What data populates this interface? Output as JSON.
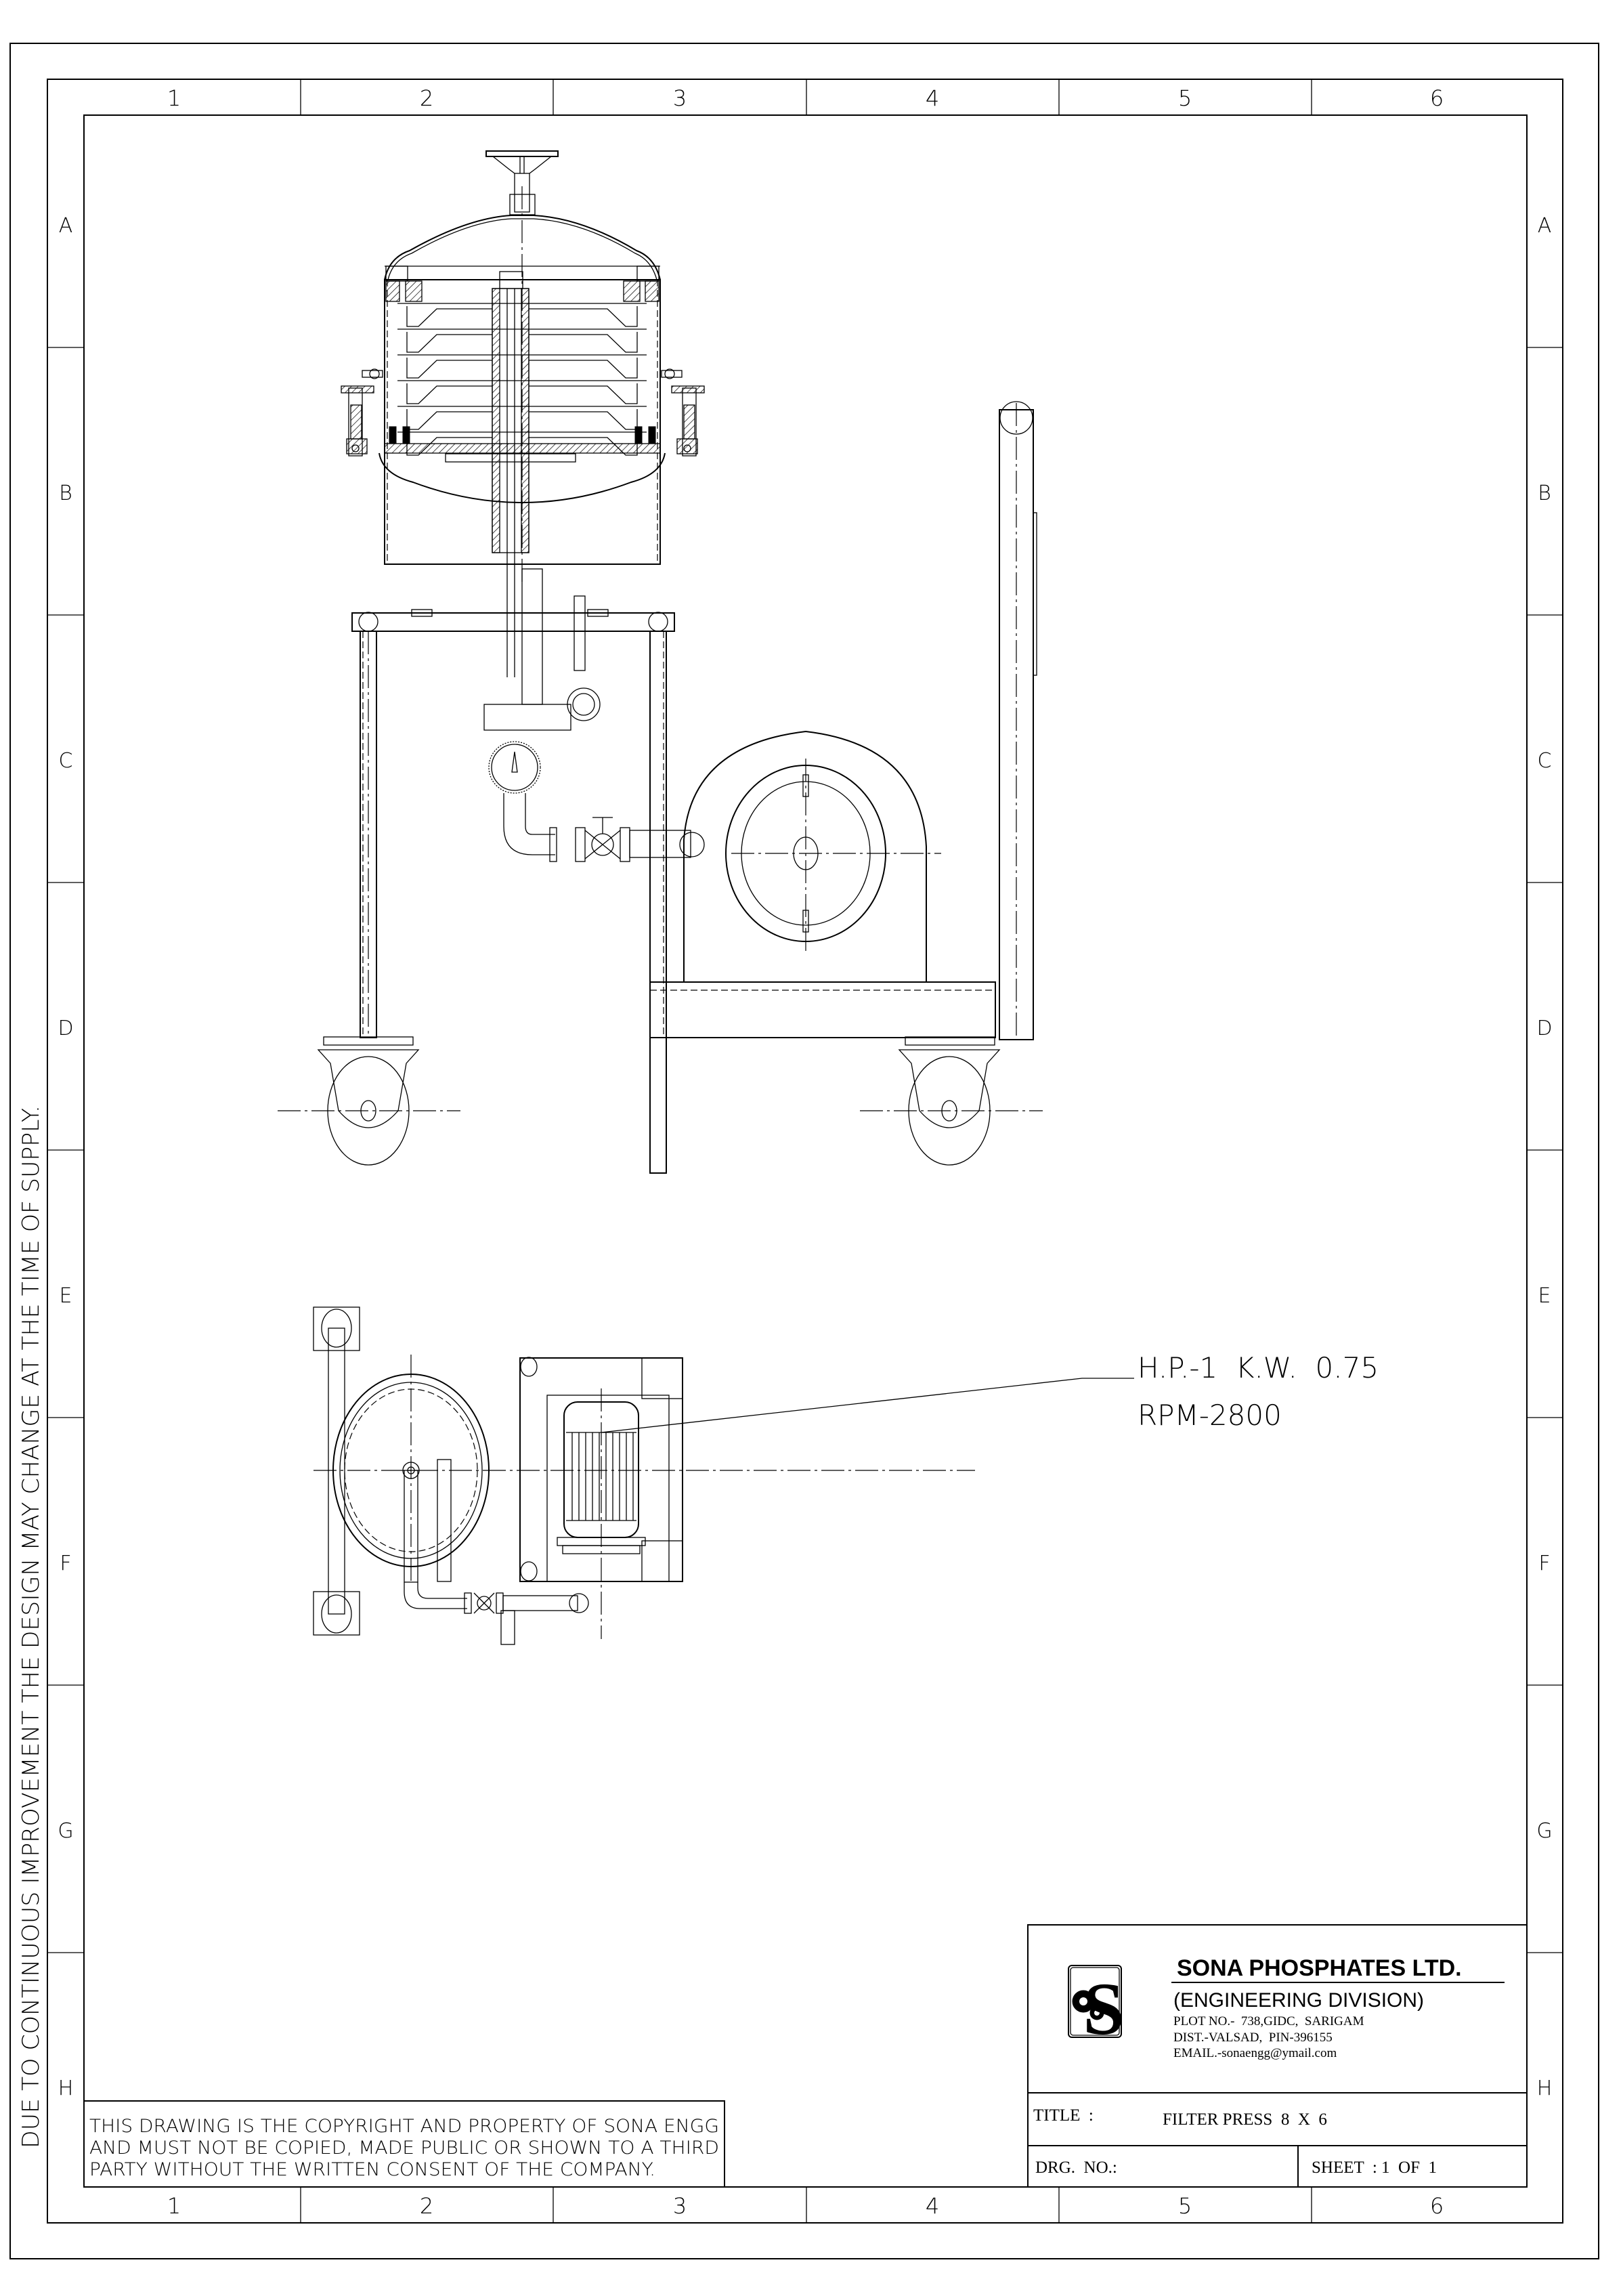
{
  "sheet": {
    "column_labels": [
      "1",
      "2",
      "3",
      "4",
      "5",
      "6"
    ],
    "row_labels": [
      "A",
      "B",
      "C",
      "D",
      "E",
      "F",
      "G",
      "H"
    ],
    "side_note": "DUE TO CONTINUOUS IMPROVEMENT THE DESIGN MAY CHANGE AT THE TIME OF SUPPLY."
  },
  "drawing": {
    "front_view": "front-elevation",
    "plan_view": "plan",
    "motor_callout": {
      "line1": "H.P.-1  K.W.  0.75",
      "line2": "RPM-2800"
    }
  },
  "copyright": {
    "lines": [
      "THIS DRAWING IS THE COPYRIGHT AND PROPERTY OF SONA ENGG",
      "AND MUST NOT BE COPIED, MADE PUBLIC OR SHOWN TO A THIRD",
      "PARTY WITHOUT THE WRITTEN CONSENT OF THE COMPANY."
    ]
  },
  "title_block": {
    "company": "SONA PHOSPHATES LTD.",
    "division": "(ENGINEERING DIVISION)",
    "address_lines": [
      "PLOT NO.-  738,GIDC,  SARIGAM",
      "DIST.-VALSAD,  PIN-396155",
      "EMAIL.-sonaengg@ymail.com"
    ],
    "logo_icon": "gear-s-logo",
    "title_label": "TITLE  :",
    "title_value": "FILTER PRESS  8  X  6",
    "drg_no_label": "DRG.  NO.:",
    "drg_no_value": "",
    "sheet_label": "SHEET  : 1  OF  1"
  }
}
